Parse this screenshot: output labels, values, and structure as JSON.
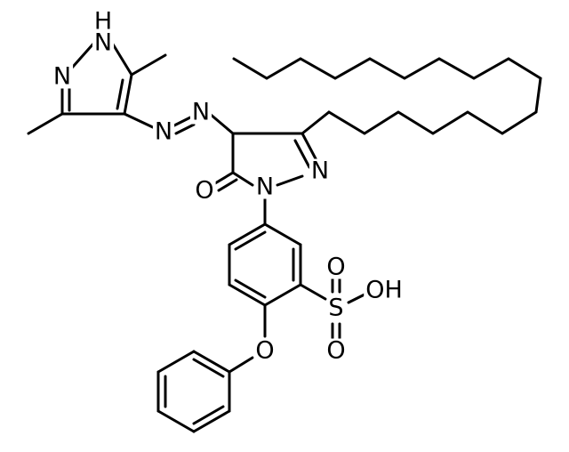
{
  "molecule": {
    "atoms": {
      "nh": "H",
      "n_nh": "N",
      "n_pz1": "N",
      "n_azo1": "N",
      "n_azo2": "N",
      "n_pz2_3": "N",
      "n_pz2_1": "N",
      "o_carbonyl": "O",
      "s": "S",
      "o_s_top": "O",
      "o_s_bottom": "O",
      "oh": "OH",
      "o_ether": "O"
    }
  }
}
